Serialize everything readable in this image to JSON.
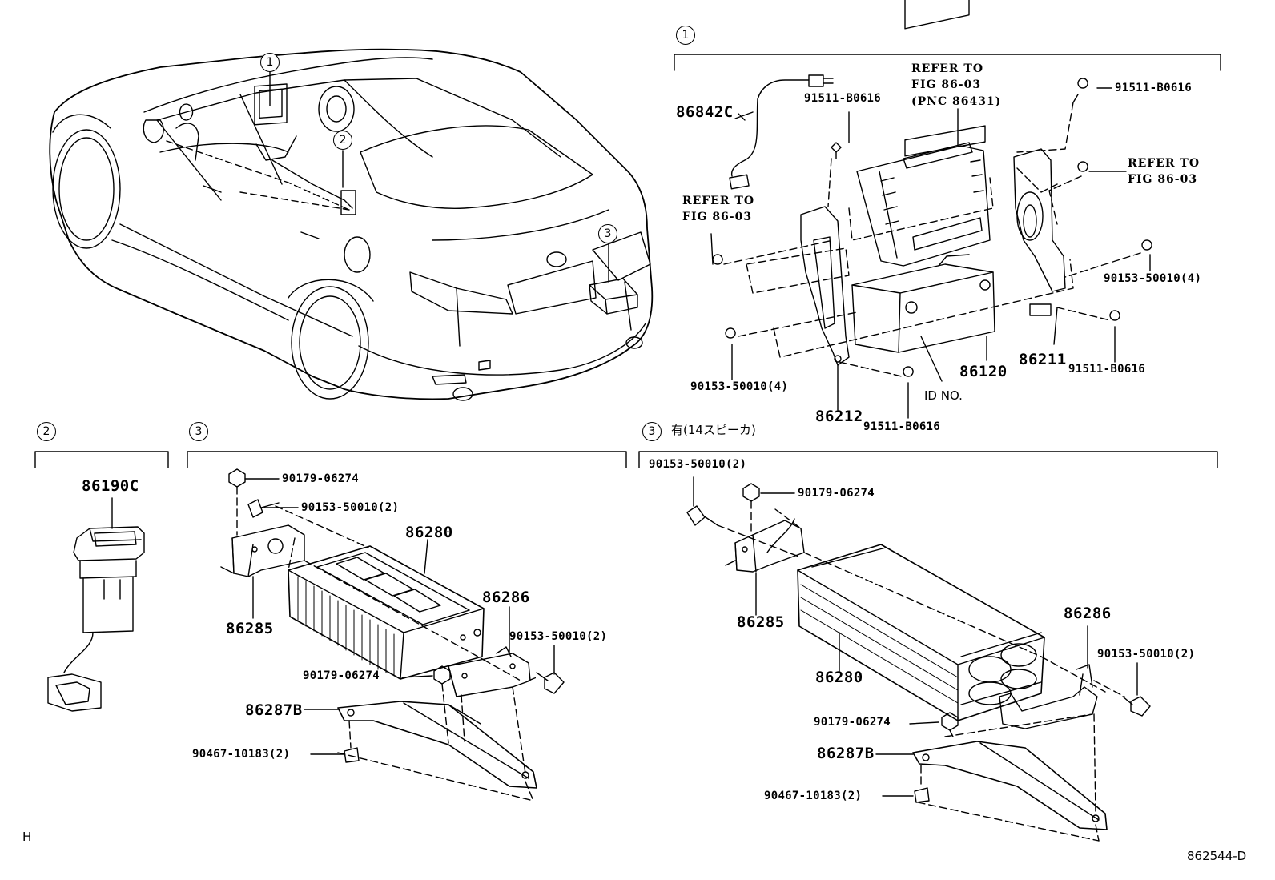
{
  "callouts": {
    "c1": "1",
    "c2": "2",
    "c3": "3"
  },
  "section1": {
    "wire": "86842C",
    "bolt_left_top": "91511-B0616",
    "refer_fig_a": [
      "REFER TO",
      "FIG 86-03",
      "(PNC 86431)"
    ],
    "bolt_right_top": "91511-B0616",
    "refer_fig_b": [
      "REFER TO",
      "FIG 86-03"
    ],
    "refer_fig_c": [
      "REFER TO",
      "FIG 86-03"
    ],
    "screw_right": "90153-50010(4)",
    "bracket_right": "86211",
    "bolt_right_bottom": "91511-B0616",
    "screw_left": "90153-50010(4)",
    "head_unit": "86120",
    "id_no": "ID NO.",
    "bracket_left": "86212",
    "bolt_bottom": "91511-B0616"
  },
  "section2": {
    "switch": "86190C"
  },
  "section3": {
    "nut_top": "90179-06274",
    "screw_top": "90153-50010(2)",
    "amp": "86280",
    "bracket_left": "86285",
    "bracket_right": "86286",
    "screw_right": "90153-50010(2)",
    "nut_mid": "90179-06274",
    "base": "86287B",
    "clip": "90467-10183(2)"
  },
  "section3b": {
    "title": "有(14スピーカ)",
    "screw_top": "90153-50010(2)",
    "nut_top": "90179-06274",
    "bracket_left": "86285",
    "amp": "86280",
    "bracket_right": "86286",
    "screw_right": "90153-50010(2)",
    "nut_mid": "90179-06274",
    "base": "86287B",
    "clip": "90467-10183(2)"
  },
  "footer": {
    "left": "H",
    "right": "862544-D"
  }
}
